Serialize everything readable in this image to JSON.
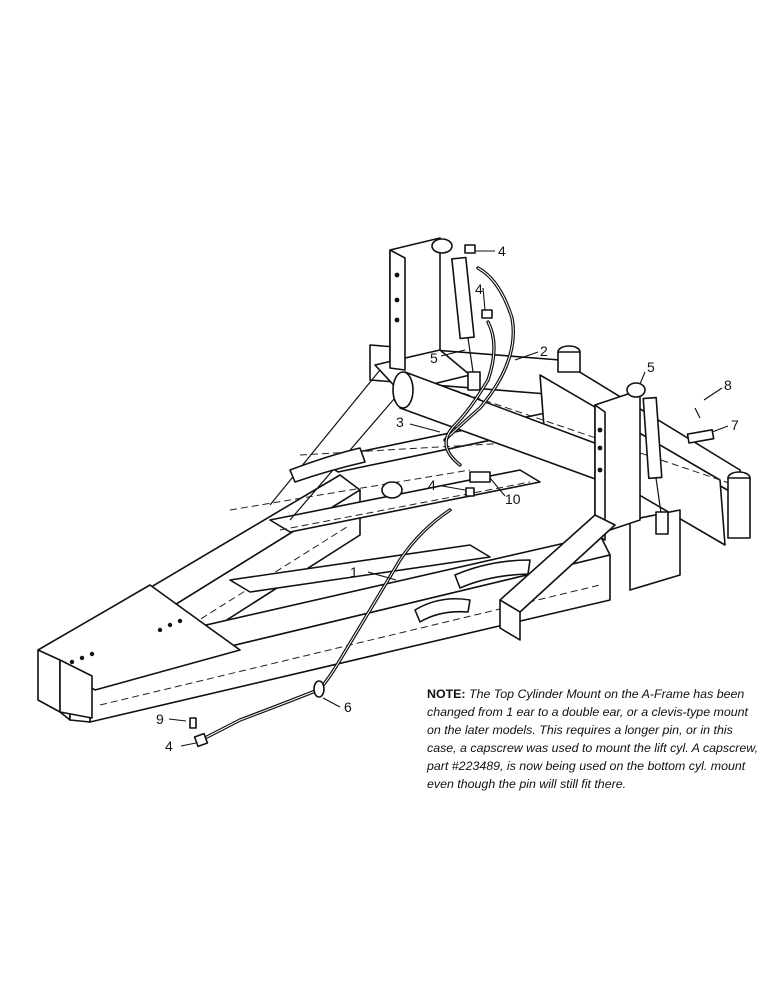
{
  "callouts": [
    {
      "id": "c1",
      "text": "1"
    },
    {
      "id": "c2",
      "text": "2"
    },
    {
      "id": "c3",
      "text": "3"
    },
    {
      "id": "c4a",
      "text": "4"
    },
    {
      "id": "c4b",
      "text": "4"
    },
    {
      "id": "c4c",
      "text": "4"
    },
    {
      "id": "c4d",
      "text": "4"
    },
    {
      "id": "c5a",
      "text": "5"
    },
    {
      "id": "c5b",
      "text": "5"
    },
    {
      "id": "c6",
      "text": "6"
    },
    {
      "id": "c7",
      "text": "7"
    },
    {
      "id": "c8",
      "text": "8"
    },
    {
      "id": "c9",
      "text": "9"
    },
    {
      "id": "c10",
      "text": "10"
    }
  ],
  "note": {
    "label": "NOTE:",
    "text": "The Top Cylinder Mount on the A-Frame has been changed from 1 ear to a double ear, or a clevis-type mount on the later models. This requires a longer pin, or in this case, a capscrew was used to mount the lift cyl. A capscrew, part #223489, is now being used on the bottom cyl. mount even though the pin will still fit there."
  }
}
